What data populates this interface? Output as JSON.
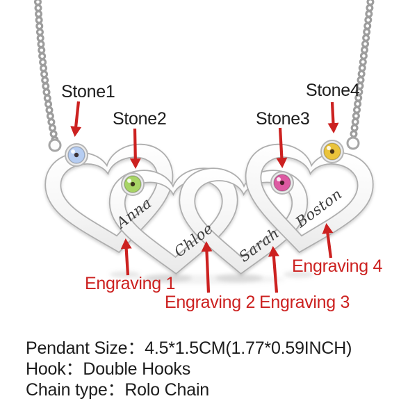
{
  "labels": {
    "stones": [
      "Stone1",
      "Stone2",
      "Stone3",
      "Stone4"
    ],
    "engravings": [
      "Engraving 1",
      "Engraving 2",
      "Engraving 3",
      "Engraving 4"
    ]
  },
  "pendant": {
    "hearts": [
      {
        "engraving": "Anna",
        "stone_color": "#b6cdf2",
        "stone_desc": "light-blue"
      },
      {
        "engraving": "Chloe",
        "stone_color": "#a8d466",
        "stone_desc": "peridot-green"
      },
      {
        "engraving": "Sarah",
        "stone_color": "#dd5aa2",
        "stone_desc": "rose-pink"
      },
      {
        "engraving": "Boston",
        "stone_color": "#eac33b",
        "stone_desc": "golden-yellow"
      }
    ]
  },
  "specs": {
    "pendant_size": "Pendant Size：4.5*1.5CM(1.77*0.59INCH)",
    "hook": "Hook：Double Hooks",
    "chain_type": "Chain type：Rolo Chain"
  },
  "colors": {
    "annotation_red": "#cc2120",
    "spec_text": "#1d1d1d",
    "metal_outline": "#aeaeae"
  }
}
